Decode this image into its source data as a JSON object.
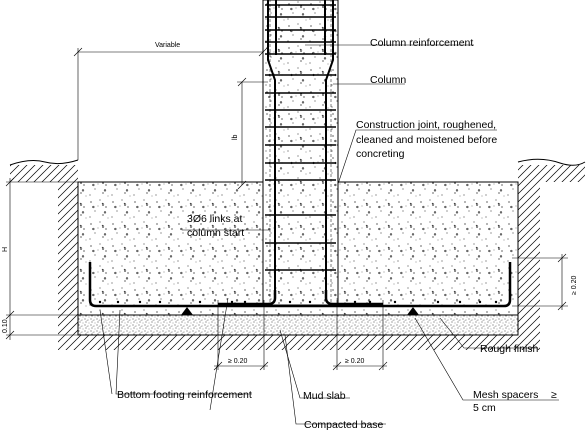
{
  "labels": {
    "variable": "Variable",
    "column_reinforcement": "Column reinforcement",
    "column": "Column",
    "construction_joint_1": "Construction joint, roughened,",
    "construction_joint_2": "cleaned and moistened before",
    "construction_joint_3": "concreting",
    "links_1": "3Ø6 links at",
    "links_2": "column start",
    "rough_finish": "Rough finish",
    "bottom_reinforcement": "Bottom footing reinforcement",
    "mud_slab": "Mud slab",
    "mesh_spacers_1": "Mesh spacers",
    "mesh_spacers_ge": "≥",
    "mesh_spacers_2": "5 cm",
    "compacted_base": "Compacted base"
  },
  "dimensions": {
    "lb": "lb",
    "h": "H",
    "right_min": "≥ 0.20",
    "bottom_left_min": "≥ 0.20",
    "bottom_right_min": "≥ 0.20",
    "mud_slab_thk": "0.10"
  },
  "colors": {
    "line": "#000000",
    "background": "#ffffff"
  }
}
